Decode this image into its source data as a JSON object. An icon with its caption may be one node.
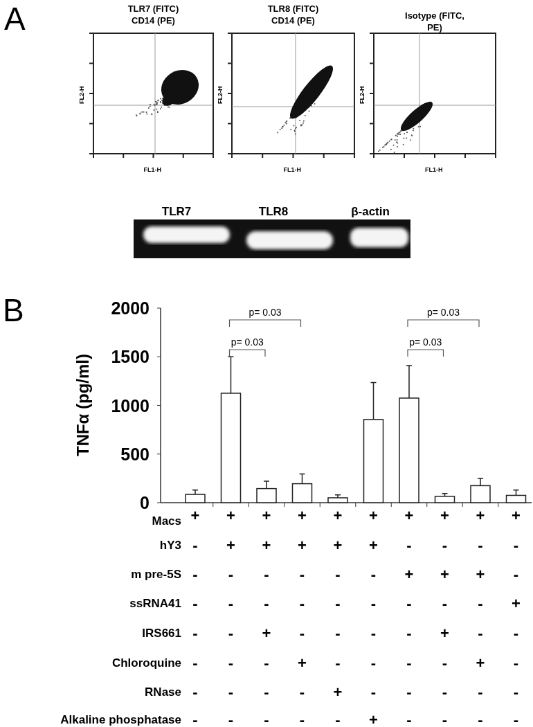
{
  "diagram": {
    "labels": [
      "A",
      "TLR7 (FITC) CD14 (PE)",
      "TLR8 (FITC) CD14 (PE)",
      "Isotype (FITC, PE)",
      "FL2-H",
      "FL1-H",
      "FL2-H",
      "FL1-H",
      "FL2-H",
      "FL1-H",
      "TLR7",
      "TLR8",
      "β-actin",
      "B",
      "Macs",
      "+",
      "+",
      "+",
      "+",
      "+",
      "+",
      "+",
      "+",
      "+",
      "+",
      "hY3",
      "-",
      "+",
      "+",
      "+",
      "+",
      "+",
      "-",
      "-",
      "-",
      "-",
      "m pre-5S",
      "-",
      "-",
      "-",
      "-",
      "-",
      "-",
      "+",
      "+",
      "+",
      "-",
      "ssRNA41",
      "-",
      "-",
      "-",
      "-",
      "-",
      "-",
      "-",
      "-",
      "-",
      "+",
      "IRS661",
      "-",
      "-",
      "+",
      "-",
      "-",
      "-",
      "-",
      "+",
      "-",
      "-",
      "Chloroquine",
      "-",
      "-",
      "-",
      "+",
      "-",
      "-",
      "-",
      "-",
      "+",
      "-",
      "RNase",
      "-",
      "-",
      "-",
      "-",
      "+",
      "-",
      "-",
      "-",
      "-",
      "-",
      "Alkaline phosphatase",
      "-",
      "-",
      "-",
      "-",
      "-",
      "+",
      "-",
      "-",
      "-",
      "-"
    ],
    "chart_data": {
      "type": "bar",
      "ylabel": "TNFα (pg/ml)",
      "ylim": [
        0,
        2000
      ],
      "yticks": [
        0,
        500,
        1000,
        1500,
        2000
      ],
      "series": [
        {
          "color": "#ffffff",
          "values": [
            85,
            1125,
            145,
            195,
            50,
            855,
            1075,
            65,
            175,
            75
          ],
          "errors": [
            45,
            375,
            75,
            100,
            30,
            380,
            335,
            30,
            75,
            55
          ]
        }
      ],
      "annotations": [
        {
          "text": "p= 0.03"
        },
        {
          "text": "p= 0.03"
        },
        {
          "text": "p= 0.03"
        },
        {
          "text": "p= 0.03"
        }
      ]
    }
  }
}
